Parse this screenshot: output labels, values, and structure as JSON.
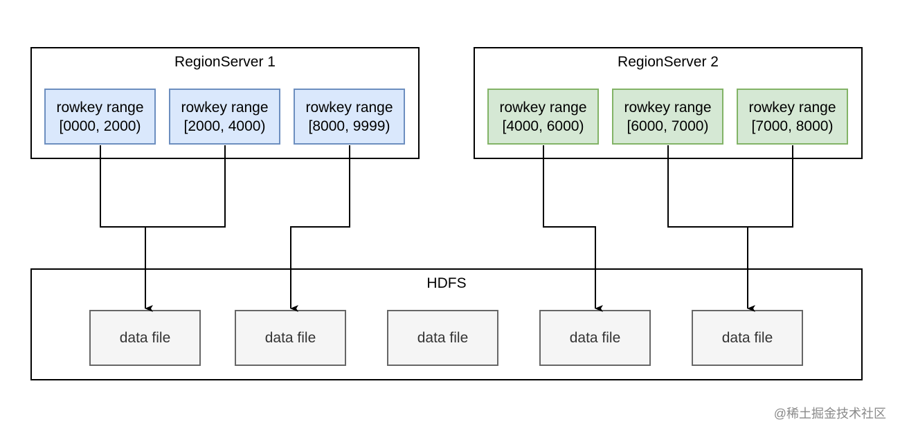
{
  "colors": {
    "line": "#000000",
    "rs1_region_fill": "#dae8fc",
    "rs1_region_border": "#6c8ebf",
    "rs2_region_fill": "#d5e8d4",
    "rs2_region_border": "#82b366",
    "datafile_fill": "#f5f5f5",
    "datafile_border": "#666666"
  },
  "region_server_1": {
    "title": "RegionServer 1",
    "regions": [
      {
        "line1": "rowkey range",
        "line2": "[0000, 2000)"
      },
      {
        "line1": "rowkey range",
        "line2": "[2000, 4000)"
      },
      {
        "line1": "rowkey range",
        "line2": "[8000, 9999)"
      }
    ]
  },
  "region_server_2": {
    "title": "RegionServer 2",
    "regions": [
      {
        "line1": "rowkey range",
        "line2": "[4000, 6000)"
      },
      {
        "line1": "rowkey range",
        "line2": "[6000, 7000)"
      },
      {
        "line1": "rowkey range",
        "line2": "[7000, 8000)"
      }
    ]
  },
  "hdfs": {
    "title": "HDFS",
    "files": [
      {
        "label": "data file"
      },
      {
        "label": "data file"
      },
      {
        "label": "data file"
      },
      {
        "label": "data file"
      },
      {
        "label": "data file"
      }
    ]
  },
  "watermark": "@稀土掘金技术社区"
}
